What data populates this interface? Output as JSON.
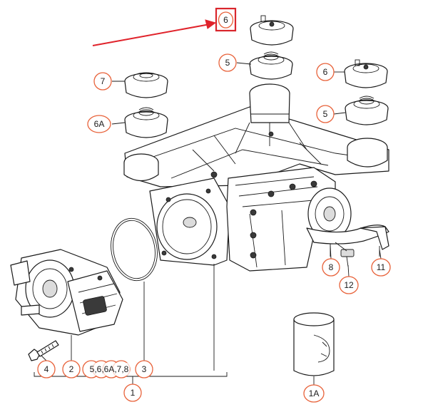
{
  "callouts": {
    "c6_top": "6",
    "c5_top": "5",
    "c7": "7",
    "c6a": "6A",
    "c6_right": "6",
    "c5_right": "5",
    "c8": "8",
    "c11": "11",
    "c12": "12",
    "c4": "4",
    "c2": "2",
    "c_multi": "5,6,6A,7,8",
    "c3": "3",
    "c1": "1",
    "c1a": "1A"
  },
  "colors": {
    "callout_ring": "#e8623a",
    "highlight_box": "#d9262c",
    "arrow": "#e0232b",
    "line_art": "#1a1a1a"
  },
  "highlight": {
    "target_callout": "6",
    "arrow_icon": "red-pointer-arrow-icon"
  }
}
